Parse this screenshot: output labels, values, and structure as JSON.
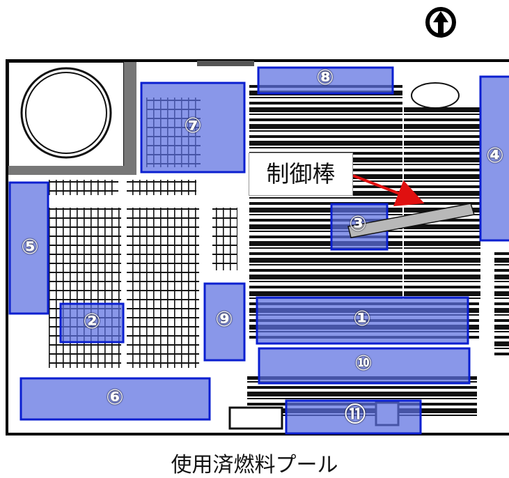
{
  "diagram": {
    "caption": "使用済燃料プール",
    "callout_label": "制御棒",
    "north_icon": "north-up-arrow-icon",
    "zones": [
      {
        "id": "1",
        "label": "①"
      },
      {
        "id": "2",
        "label": "②"
      },
      {
        "id": "3",
        "label": "③"
      },
      {
        "id": "4",
        "label": "④"
      },
      {
        "id": "5",
        "label": "⑤"
      },
      {
        "id": "6",
        "label": "⑥"
      },
      {
        "id": "7",
        "label": "⑦"
      },
      {
        "id": "8",
        "label": "⑧"
      },
      {
        "id": "9",
        "label": "⑨"
      },
      {
        "id": "10",
        "label": "⑩"
      },
      {
        "id": "11",
        "label": "⑪"
      }
    ],
    "colors": {
      "zone_fill": "#5b6fe0",
      "zone_stroke": "#0a1fd0",
      "arrow": "#e01010",
      "rod": "#b8b8b8"
    }
  }
}
